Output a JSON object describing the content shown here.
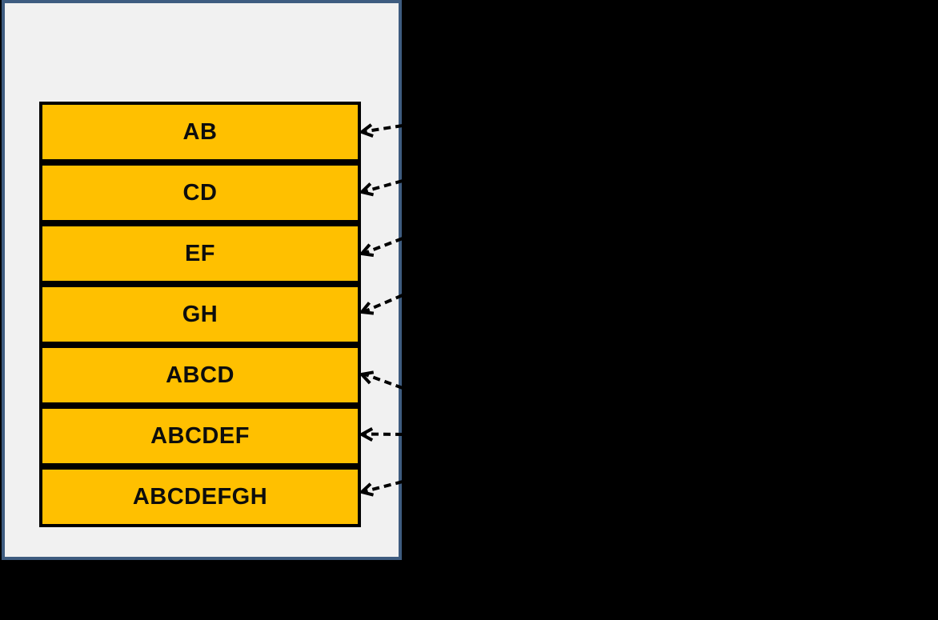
{
  "canvas": {
    "background": "#000000"
  },
  "panel": {
    "background": "#F1F1F1",
    "border_color": "#3E5C80"
  },
  "stack": {
    "box_fill": "#FFC000",
    "box_border_color": "#000000",
    "label_color": "#0D0D0D",
    "boxes": [
      {
        "label": "AB"
      },
      {
        "label": "CD"
      },
      {
        "label": "EF"
      },
      {
        "label": "GH"
      },
      {
        "label": "ABCD"
      },
      {
        "label": "ABCDEF"
      },
      {
        "label": "ABCDEFGH"
      }
    ]
  },
  "arrows": {
    "color": "#000000",
    "style": "dashed",
    "direction": "pointing-left-at-each-box"
  }
}
